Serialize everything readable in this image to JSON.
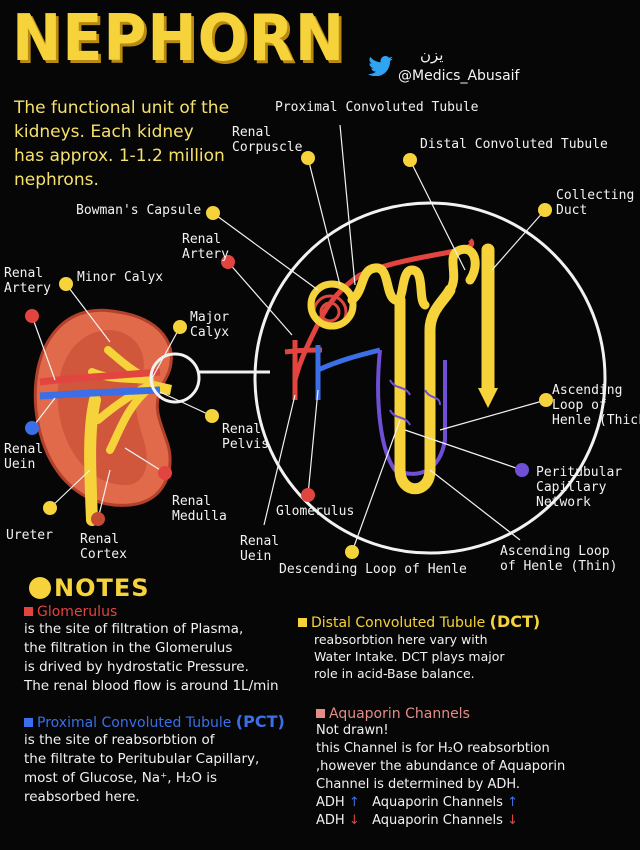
{
  "title": "NEPHORN",
  "author": {
    "handle": "@Medics_Abusaif",
    "arabic": "يزن"
  },
  "intro": {
    "line1": "The functional unit of the",
    "line2": "kidneys. Each kidney",
    "line3": "has approx. 1-1.2 million nephrons."
  },
  "labels": {
    "pct": "Proximal Convoluted Tubule",
    "renal_corpuscle": "Renal\nCorpuscle",
    "dct": "Distal Convoluted Tubule",
    "collecting_duct": "Collecting\nDuct",
    "bowmans_capsule": "Bowman's Capsule",
    "renal_artery_top": "Renal\nArtery",
    "renal_artery_left": "Renal\nArtery",
    "minor_calyx": "Minor Calyx",
    "major_calyx": "Major\nCalyx",
    "renal_pelvis": "Renal\nPelvis",
    "renal_vein_left": "Renal\nUein",
    "ureter": "Ureter",
    "renal_cortex": "Renal\nCortex",
    "renal_medulla": "Renal\nMedulla",
    "glomerulus": "Glomerulus",
    "renal_vein_bottom": "Renal\nUein",
    "descending_loop": "Descending Loop of Henle",
    "ascending_thick": "Ascending\nLoop of\nHenle (Thick)",
    "peritubular": "Peritubular\nCapillary\nNetwork",
    "ascending_thin": "Ascending Loop\nof Henle (Thin)"
  },
  "notes": {
    "heading": "NOTES",
    "glomerulus": {
      "title": "Glomerulus",
      "lines": [
        "is the site of filtration of Plasma,",
        "the filtration in the Glomerulus",
        "is drived by hydrostatic Pressure.",
        "The renal blood flow is around 1L/min"
      ]
    },
    "pct": {
      "title": "Proximal Convoluted Tubule",
      "abbr": "(PCT)",
      "lines": [
        "is the site of reabsorbtion of",
        "the filtrate to Peritubular Capillary,",
        "most of Glucose, Na⁺, H₂O is",
        "reabsorbed here."
      ]
    },
    "dct": {
      "title": "Distal Convoluted Tubule",
      "abbr": "(DCT)",
      "lines": [
        "reabsorbtion here vary with",
        "Water Intake. DCT plays major",
        "role in acid-Base balance."
      ]
    },
    "aquaporin": {
      "title": "Aquaporin Channels",
      "lines": [
        "Not drawn!",
        "this Channel is for H₂O reabsorbtion",
        ",however the abundance of Aquaporin",
        "Channel is determined by ADH."
      ],
      "rows": [
        {
          "left": "ADH",
          "left_arrow": "↑",
          "right": "Aquaporin Channels",
          "right_arrow": "↑"
        },
        {
          "left": "ADH",
          "left_arrow": "↓",
          "right": "Aquaporin Channels",
          "right_arrow": "↓"
        }
      ]
    }
  },
  "colors": {
    "yellow": "#f6d33a",
    "red": "#e2453f",
    "blue": "#3b6fe8",
    "purple": "#6f4fd6",
    "cortex": "#e06a4a",
    "background": "#060606"
  }
}
